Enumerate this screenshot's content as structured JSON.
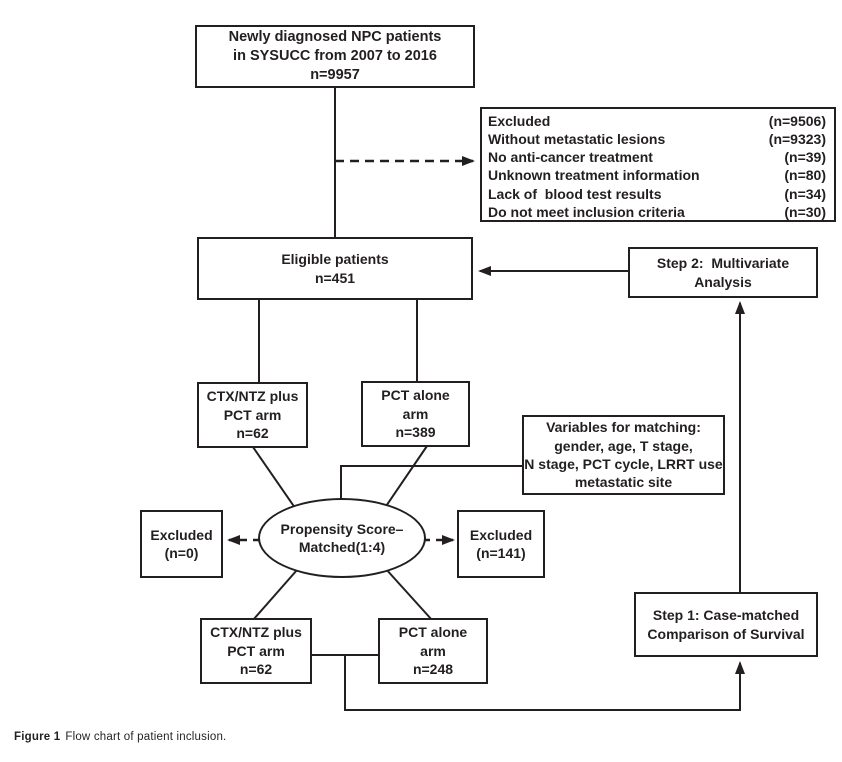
{
  "colors": {
    "ink": "#231f20",
    "background": "#ffffff"
  },
  "nodes": {
    "top": {
      "text": "Newly diagnosed NPC patients\nin SYSUCC from 2007 to 2016\nn=9957"
    },
    "eligible": {
      "text": "Eligible patients\nn=451"
    },
    "step2": {
      "text": "Step 2:  Multivariate\nAnalysis"
    },
    "arm_ctx_upper": {
      "text": "CTX/NTZ plus\nPCT arm\nn=62"
    },
    "arm_pct_upper": {
      "text": "PCT alone\narm\nn=389"
    },
    "variables": {
      "text": "Variables for matching:\ngender, age, T stage,\nN stage, PCT cycle, LRRT use\nmetastatic site"
    },
    "propensity": {
      "text": "Propensity Score–\nMatched(1:4)"
    },
    "excluded_left": {
      "text": "Excluded\n(n=0)"
    },
    "excluded_right": {
      "text": "Excluded\n(n=141)"
    },
    "arm_ctx_lower": {
      "text": "CTX/NTZ plus\nPCT arm\nn=62"
    },
    "arm_pct_lower": {
      "text": "PCT alone\narm\nn=248"
    },
    "step1": {
      "text": "Step 1: Case-matched\nComparison of Survival"
    }
  },
  "exclusion_list": {
    "rows": [
      {
        "label": "Excluded",
        "value": "(n=9506)"
      },
      {
        "label": "Without metastatic lesions",
        "value": "(n=9323)"
      },
      {
        "label": "No anti-cancer treatment",
        "value": "(n=39)"
      },
      {
        "label": "Unknown treatment information",
        "value": "(n=80)"
      },
      {
        "label": "Lack of  blood test results",
        "value": "(n=34)"
      },
      {
        "label": "Do not meet inclusion criteria",
        "value": "(n=30)"
      }
    ]
  },
  "caption": {
    "label": "Figure 1",
    "text": "Flow chart of patient inclusion."
  }
}
